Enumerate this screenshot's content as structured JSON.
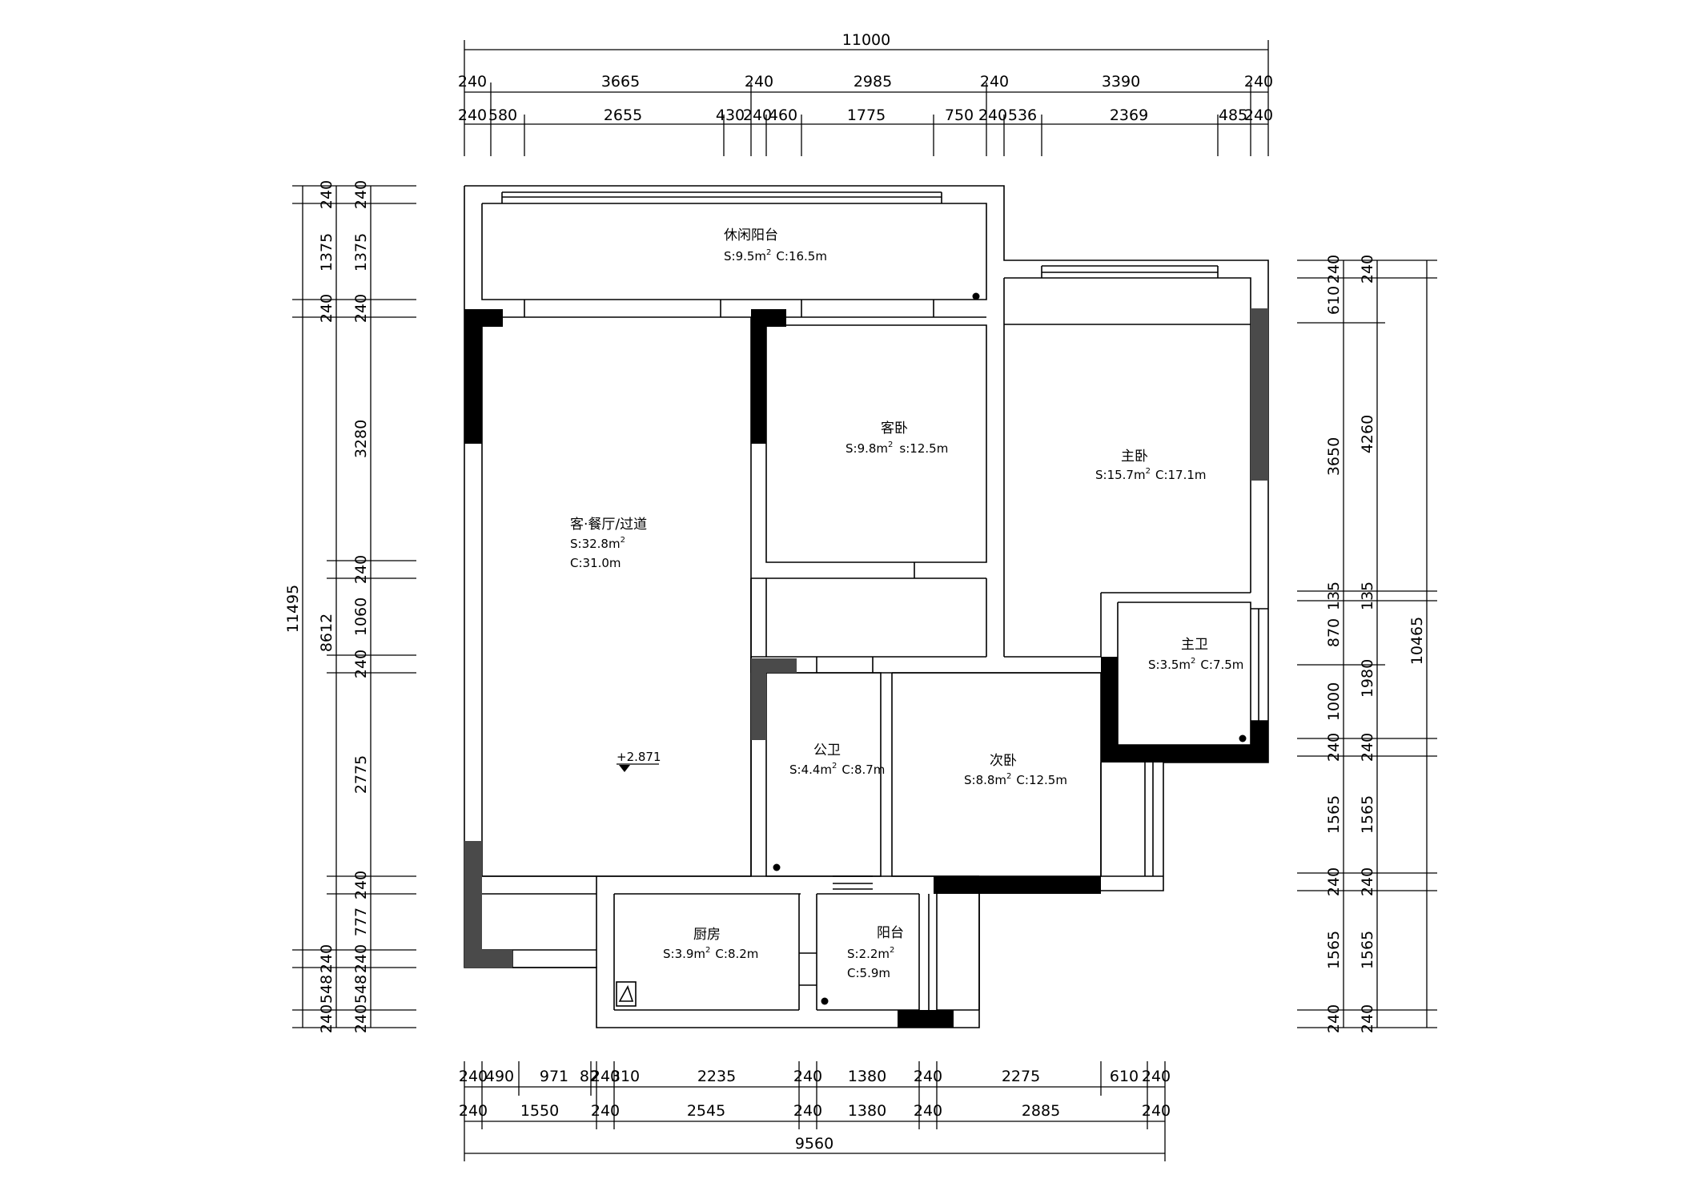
{
  "dims": {
    "top_total": "11000",
    "top_row1": [
      "240",
      "3665",
      "240",
      "2985",
      "240",
      "3390",
      "240"
    ],
    "top_row2": [
      "240",
      "580",
      "2655",
      "430",
      "240",
      "460",
      "1775",
      "750",
      "240",
      "536",
      "2369",
      "485",
      "240"
    ],
    "bottom_total": "9560",
    "bottom_row1": [
      "240",
      "490",
      "971",
      "82",
      "240",
      "310",
      "2235",
      "240",
      "1380",
      "240",
      "2275",
      "610",
      "240"
    ],
    "bottom_row2": [
      "240",
      "1550",
      "240",
      "2545",
      "240",
      "1380",
      "240",
      "2885",
      "240"
    ],
    "left_total": "11495",
    "left_outer_sub": "8612",
    "left_outer_small": [
      "240",
      "1375",
      "240"
    ],
    "left_outer_bottom": [
      "240",
      "548",
      "240"
    ],
    "left_inner": [
      "240",
      "1375",
      "240",
      "3280",
      "240",
      "1060",
      "240",
      "2775",
      "240",
      "777",
      "240",
      "548",
      "240"
    ],
    "right_total": "10465",
    "right_inner": [
      "240",
      "610",
      "3650",
      "135",
      "870",
      "1000",
      "240",
      "1565",
      "240",
      "1565",
      "240"
    ],
    "right_outer": [
      "240",
      "4260",
      "135",
      "1980",
      "240",
      "1565",
      "240",
      "1565",
      "240"
    ]
  },
  "rooms": {
    "leisure_balcony": {
      "name": "休闲阳台",
      "s": "S:9.5m",
      "sup": "2",
      "c": "C:16.5m"
    },
    "living": {
      "name": "客·餐厅/过道",
      "s": "S:32.8m",
      "sup": "2",
      "c": "C:31.0m"
    },
    "guest_bed": {
      "name": "客卧",
      "s": "S:9.8m",
      "sup": "2",
      "c": "s:12.5m"
    },
    "master_bed": {
      "name": "主卧",
      "s": "S:15.7m",
      "sup": "2",
      "c": "C:17.1m"
    },
    "master_bath": {
      "name": "主卫",
      "s": "S:3.5m",
      "sup": "2",
      "c": "C:7.5m"
    },
    "public_bath": {
      "name": "公卫",
      "s": "S:4.4m",
      "sup": "2",
      "c": "C:8.7m"
    },
    "second_bed": {
      "name": "次卧",
      "s": "S:8.8m",
      "sup": "2",
      "c": "C:12.5m"
    },
    "kitchen": {
      "name": "厨房",
      "s": "S:3.9m",
      "sup": "2",
      "c": "C:8.2m"
    },
    "balcony": {
      "name": "阳台",
      "s": "S:2.2m",
      "sup": "2",
      "c": "C:5.9m"
    }
  },
  "level_mark": "+2.871"
}
